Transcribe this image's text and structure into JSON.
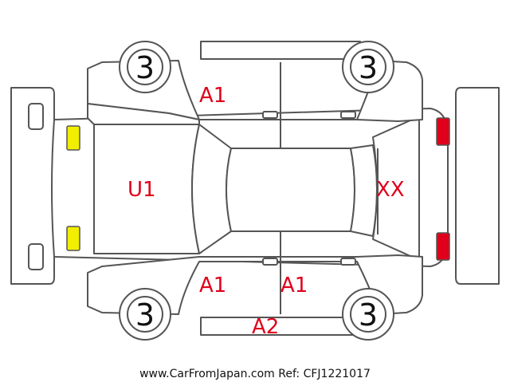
{
  "diagram": {
    "colors": {
      "outline": "#555555",
      "damage_code": "#e0001b",
      "front_lights": "#f2ee00",
      "rear_lights": "#e0001b"
    },
    "tires": [
      {
        "id": "front-left",
        "value": "3"
      },
      {
        "id": "rear-left",
        "value": "3"
      },
      {
        "id": "front-right",
        "value": "3"
      },
      {
        "id": "rear-right",
        "value": "3"
      }
    ],
    "codes": {
      "front_left_door": "A1",
      "hood": "U1",
      "rear_bumper": "XX",
      "front_right_door": "A1",
      "rear_right_door": "A1",
      "right_side_sill": "A2"
    }
  },
  "footer": {
    "text": "www.CarFromJapan.com Ref: CFJ1221017"
  }
}
